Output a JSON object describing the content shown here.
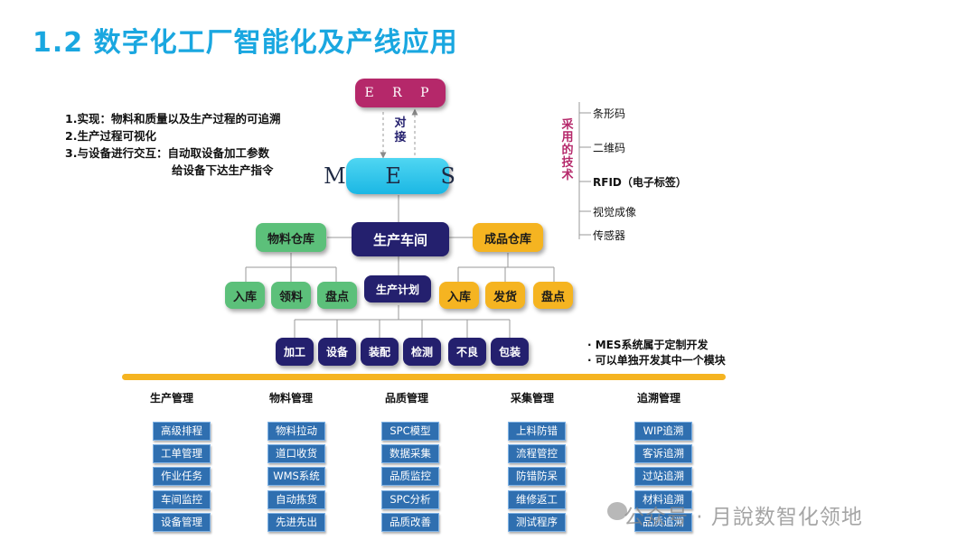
{
  "title": "1.2 数字化工厂智能化及产线应用",
  "erp": "E R P",
  "dock": [
    "对",
    "接"
  ],
  "mes": "M E S",
  "notes": [
    "1.实现：物料和质量以及生产过程的可追溯",
    "2.生产过程可视化",
    "3.与设备进行交互：自动取设备加工参数",
    "给设备下达生产指令"
  ],
  "tech_label": [
    "采",
    "用",
    "的",
    "技",
    "术"
  ],
  "tech_items": [
    "条形码",
    "二维码",
    "RFID（电子标签）",
    "视觉成像",
    "传感器"
  ],
  "level2": {
    "left": "物料仓库",
    "center": "生产车间",
    "right": "成品仓库"
  },
  "left_children": [
    "入库",
    "领料",
    "盘点"
  ],
  "plan": "生产计划",
  "right_children": [
    "入库",
    "发货",
    "盘点"
  ],
  "processes": [
    "加工",
    "设备",
    "装配",
    "检测",
    "不良",
    "包装"
  ],
  "bullets": [
    "· MES系统属于定制开发",
    "· 可以单独开发其中一个模块"
  ],
  "columns": [
    {
      "head": "生产管理",
      "items": [
        "高级排程",
        "工单管理",
        "作业任务",
        "车间监控",
        "设备管理"
      ]
    },
    {
      "head": "物料管理",
      "items": [
        "物料拉动",
        "道口收货",
        "WMS系统",
        "自动拣货",
        "先进先出"
      ]
    },
    {
      "head": "品质管理",
      "items": [
        "SPC模型",
        "数据采集",
        "品质监控",
        "SPC分析",
        "品质改善"
      ]
    },
    {
      "head": "采集管理",
      "items": [
        "上料防错",
        "流程管控",
        "防错防呆",
        "维修返工",
        "测试程序"
      ]
    },
    {
      "head": "追溯管理",
      "items": [
        "WIP追溯",
        "客诉追溯",
        "过站追溯",
        "材料追溯",
        "品质追溯"
      ]
    }
  ],
  "watermark": "公众号 · 月說数智化领地",
  "colors": {
    "title": "#1aa7e0",
    "erp": "#b5286a",
    "mes": "#1bb7e4",
    "green": "#5cc07a",
    "navy": "#24206e",
    "orange": "#f5b421",
    "module": "#2f6fb0"
  }
}
